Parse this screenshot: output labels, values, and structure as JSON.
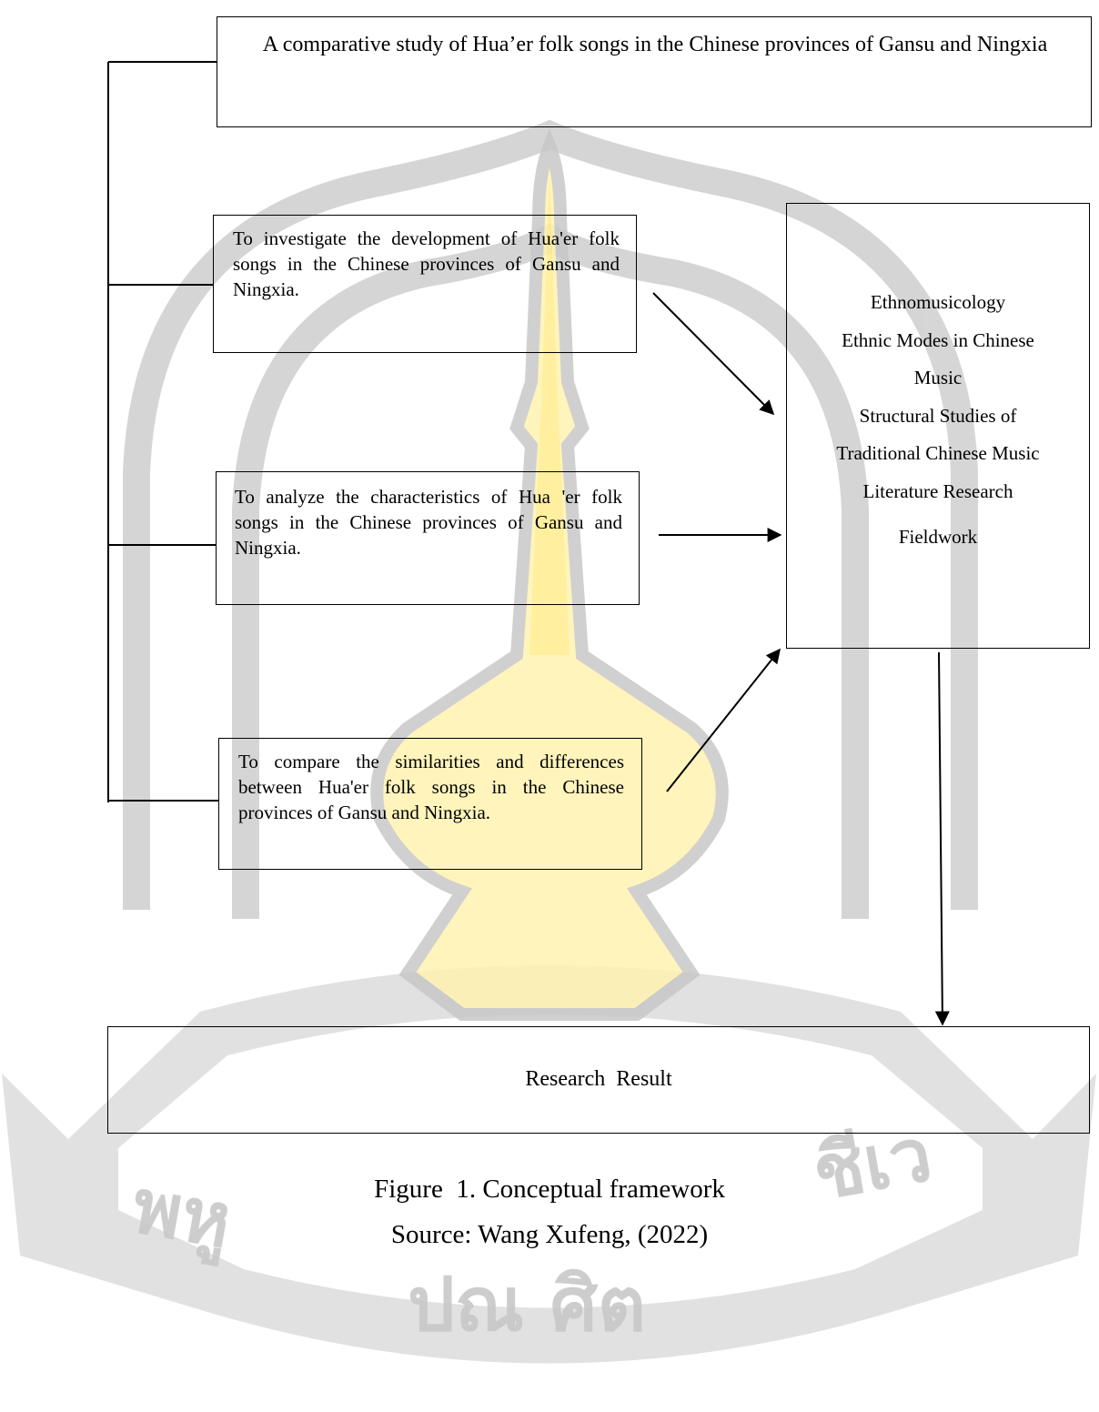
{
  "diagram": {
    "title": "A comparative study of Hua’er folk songs in the Chinese provinces of Gansu and Ningxia",
    "objectives": [
      "To investigate the development of Hua'er folk songs in the Chinese provinces of Gansu and Ningxia.",
      "To analyze the characteristics of Hua 'er folk songs in the Chinese provinces of Gansu and Ningxia.",
      "To compare the similarities and differences between Hua'er folk songs in the Chinese provinces of Gansu and Ningxia."
    ],
    "methods": [
      "Ethnomusicology",
      "Ethnic Modes in Chinese",
      "Music",
      "Structural Studies of",
      "Traditional Chinese Music",
      "Literature Research",
      "Fieldwork"
    ],
    "result": "Research  Result"
  },
  "caption": {
    "figure": "Figure  1. Conceptual framework",
    "source": "Source: Wang Xufeng, (2022)"
  },
  "colors": {
    "watermark_gray": "#c8c8c8",
    "watermark_yellow": "#fff3b0",
    "line": "#000000"
  }
}
